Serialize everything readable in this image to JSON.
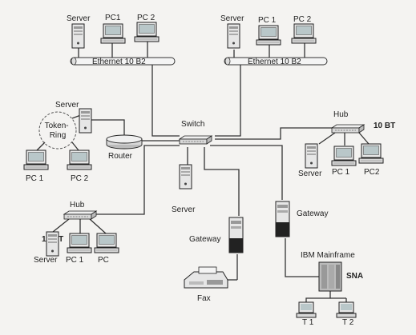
{
  "labels": {
    "server": "Server",
    "pc1": "PC1",
    "pc2": "PC 2",
    "pc_1": "PC 1",
    "pc2_nospace": "PC2",
    "pc": "PC",
    "ethernet": "Ethernet 10 B2",
    "token_ring": "Token-\nRing",
    "router": "Router",
    "switch": "Switch",
    "hub": "Hub",
    "ten_bt": "10 BT",
    "gateway": "Gateway",
    "ibm_mainframe": "IBM Mainframe",
    "sna": "SNA",
    "fax": "Fax",
    "t1": "T 1",
    "t2": "T 2"
  },
  "colors": {
    "wire": "#333333",
    "device_fill": "#e6e6e6",
    "device_dark": "#222222",
    "screen": "#b9c7c9",
    "background": "#f4f3f1"
  }
}
